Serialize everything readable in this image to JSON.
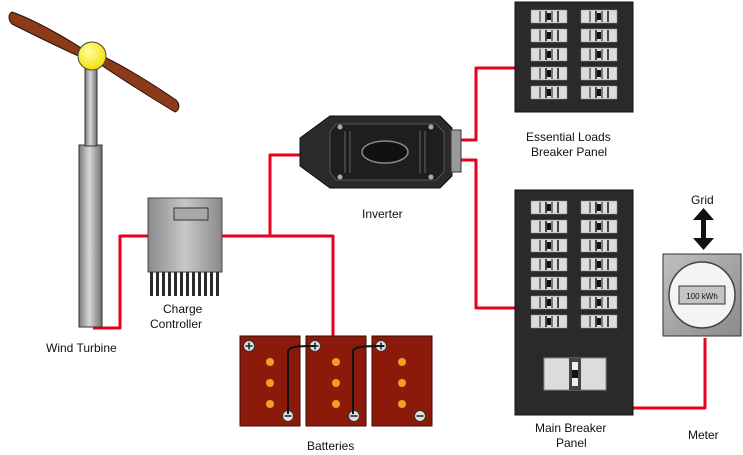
{
  "labels": {
    "wind_turbine": "Wind Turbine",
    "charge_controller_line1": "Charge",
    "charge_controller_line2": "Controller",
    "batteries": "Batteries",
    "inverter": "Inverter",
    "essential_loads_line1": "Essential Loads",
    "essential_loads_line2": "Breaker Panel",
    "main_breaker_line1": "Main Breaker",
    "main_breaker_line2": "Panel",
    "meter": "Meter",
    "grid": "Grid",
    "meter_display": "100 kWh"
  },
  "colors": {
    "wire": "#e8001c",
    "blade": "#8b3a1a",
    "hub": "#ffee00",
    "battery": "#8b1a0a",
    "battery_dot": "#f0a020",
    "panel": "#2a2a2a",
    "steel": "#9a9a9a"
  }
}
